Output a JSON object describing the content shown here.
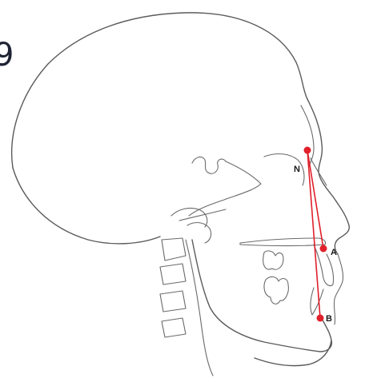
{
  "figure": {
    "number": "9"
  },
  "landmarks": {
    "nasion": {
      "label": "N"
    },
    "point_a": {
      "label": "A"
    },
    "point_b": {
      "label": "B"
    }
  },
  "colors": {
    "landmark": "#e0202a",
    "line": "#e0202a",
    "outline": "#5b5b5b",
    "label": "#1a1a1a"
  }
}
